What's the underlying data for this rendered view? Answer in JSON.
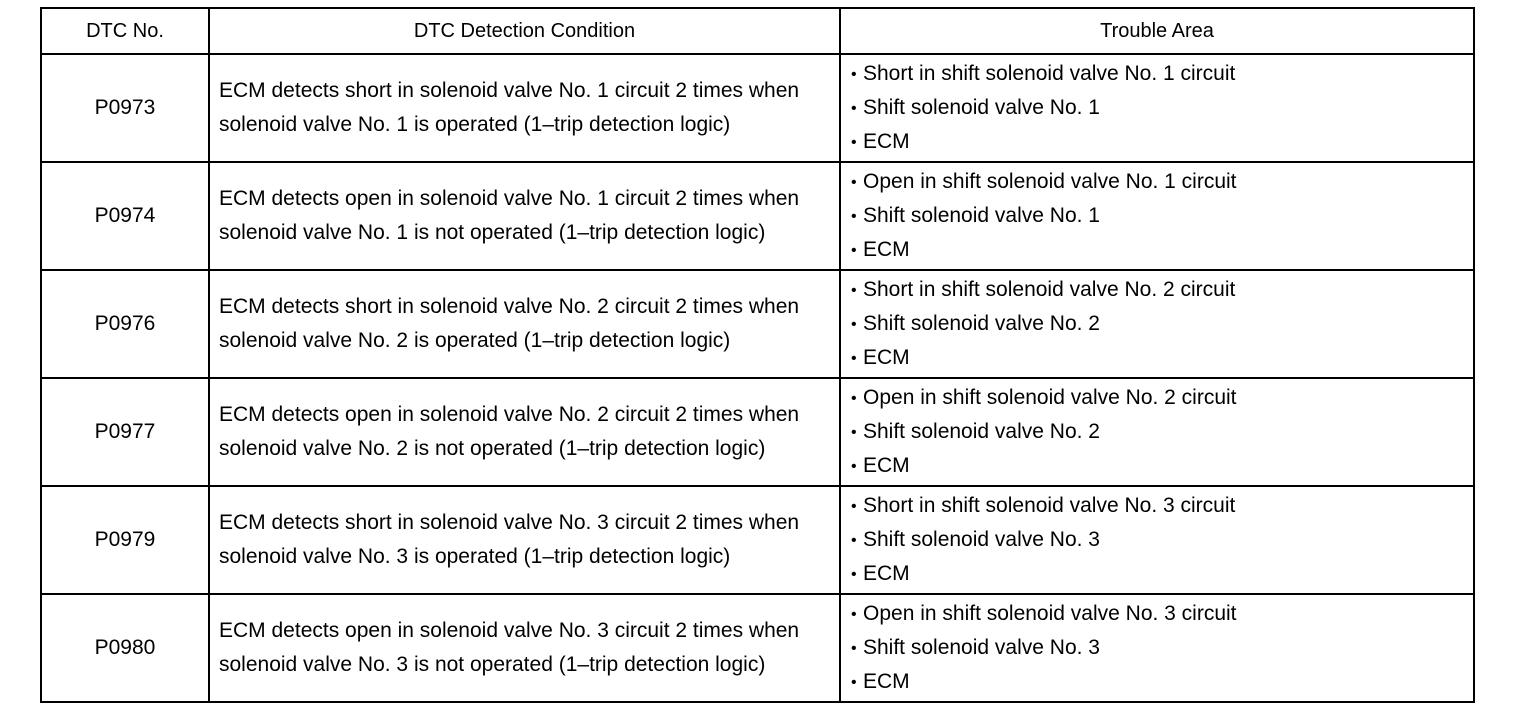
{
  "headers": {
    "dtc_no": "DTC No.",
    "condition": "DTC Detection Condition",
    "trouble_area": "Trouble Area"
  },
  "bullet_symbol": "•",
  "rows": [
    {
      "code": "P0973",
      "condition_line1": "ECM detects short in solenoid valve No. 1 circuit 2 times when",
      "condition_line2": "solenoid valve No. 1 is operated (1–trip detection logic)",
      "areas": [
        "Short in shift solenoid valve No. 1 circuit",
        "Shift solenoid valve No. 1",
        "ECM"
      ]
    },
    {
      "code": "P0974",
      "condition_line1": "ECM detects open in solenoid valve No. 1 circuit 2 times when",
      "condition_line2": "solenoid valve No. 1 is not operated (1–trip detection logic)",
      "areas": [
        "Open in shift solenoid valve No. 1 circuit",
        "Shift solenoid valve No. 1",
        "ECM"
      ]
    },
    {
      "code": "P0976",
      "condition_line1": "ECM detects  short in solenoid valve No. 2 circuit 2 times when",
      "condition_line2": "solenoid valve No. 2 is operated (1–trip detection logic)",
      "areas": [
        "Short in shift solenoid valve No. 2 circuit",
        "Shift solenoid valve No. 2",
        "ECM"
      ]
    },
    {
      "code": "P0977",
      "condition_line1": "ECM detects open in solenoid valve No. 2 circuit 2 times when",
      "condition_line2": "solenoid valve No. 2 is not operated (1–trip detection logic)",
      "areas": [
        "Open in shift solenoid valve No. 2 circuit",
        "Shift solenoid valve No. 2",
        "ECM"
      ]
    },
    {
      "code": "P0979",
      "condition_line1": "ECM detects  short in solenoid valve No. 3 circuit 2 times when",
      "condition_line2": "solenoid valve No. 3 is operated (1–trip detection logic)",
      "areas": [
        "Short in shift solenoid valve No. 3 circuit",
        "Shift solenoid valve No. 3",
        "ECM"
      ]
    },
    {
      "code": "P0980",
      "condition_line1": "ECM detects open in solenoid valve No. 3 circuit 2 times when",
      "condition_line2": "solenoid valve No. 3 is not operated (1–trip detection logic)",
      "areas": [
        "Open in shift solenoid valve No. 3 circuit",
        "Shift solenoid valve No. 3",
        "ECM"
      ]
    }
  ]
}
